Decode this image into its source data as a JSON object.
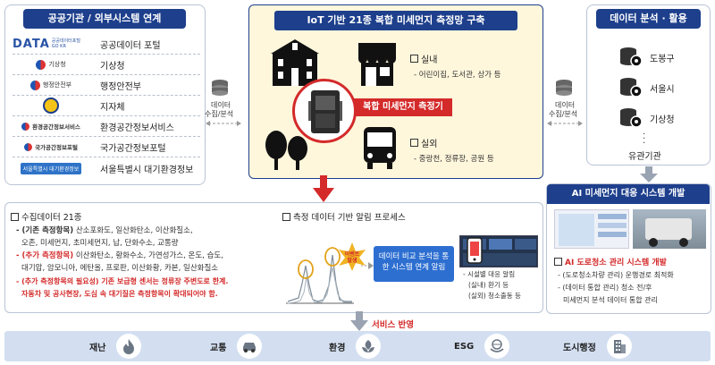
{
  "left_panel": {
    "title": "공공기관 / 외부시스템 연계",
    "rows": [
      {
        "logo": "DATA",
        "logo_sub": "공공데이터포털 GO KR",
        "label": "공공데이터 포털"
      },
      {
        "logo": "기상청",
        "label": "기상청"
      },
      {
        "logo": "행정안전부",
        "label": "행정안전부"
      },
      {
        "logo": "",
        "label": "지자체"
      },
      {
        "logo": "환경공간정보서비스",
        "label": "환경공간정보서비스"
      },
      {
        "logo": "국가공간정보포털",
        "label": "국가공간정보포털"
      },
      {
        "logo": "서울특별시 대기환경정보",
        "label": "서울특별시 대기환경정보"
      }
    ]
  },
  "left_db_label": [
    "데이터",
    "수집/분석"
  ],
  "center_panel": {
    "title": "IoT 기반 21종 복합 미세먼지 측정망 구축",
    "indoor_title": "실내",
    "indoor_items": "- 어린이집, 도서관, 상가 등",
    "outdoor_title": "실외",
    "outdoor_items": "- 중랑천, 정류장, 공원 등",
    "device_label": "복합 미세먼지 측정기"
  },
  "right_db_label": [
    "데이터",
    "수집/분석"
  ],
  "right_panel": {
    "title": "데이터 분석 · 활용",
    "items": [
      "도봉구",
      "서울시",
      "기상청"
    ],
    "footer": "유관기관"
  },
  "ai_panel": {
    "title": "AI 미세먼지 대응 시스템 개발",
    "heading": "AI 도로청소 관리 시스템 개발",
    "line1": "- (도로청소차량 관리) 운행경로 최적화",
    "line2": "- (데이터 통합 관리) 청소 전/후",
    "line3": "미세먼지 분석 데이터 통합 관리"
  },
  "collect_panel": {
    "title": "수집데이터 21종",
    "basic_label": "- (기존 측정항목)",
    "basic_text": " 산소포화도, 일산화탄소, 이산화질소,",
    "basic_line2": "오존, 미세먼지, 초미세먼지, 납, 단화수소, 교통량",
    "add_label": "- (추가 측정항목)",
    "add_text": " 이산화탄소, 황화수소, 가연성가스, 온도, 습도,",
    "add_line2": "대기압, 암모니아, 에탄올, 프로판, 이산화황, 카본, 일산화질소",
    "need_line1": "- (추가 측정항목의 필요성) 기존 보급형 센서는 정류장 주변도로 한계.",
    "need_line2": "자동차 및 공사현장, 도심 속 대기질은 측정항목이 확대되어야 함."
  },
  "alert_panel": {
    "title": "측정 데이터 기반 알림 프로세스",
    "event_badge": "이벤트 발생",
    "blue_box": "데이터 비교 분석을 통한 시스템 연계 알림",
    "phone_items": [
      "- 시설별 대응 알림",
      "(실내) 환기 등",
      "(실외) 청소출동 등"
    ]
  },
  "service": {
    "badge": "서비스 반영",
    "items": [
      {
        "label": "재난",
        "icon": "fire-icon"
      },
      {
        "label": "교통",
        "icon": "car-icon"
      },
      {
        "label": "환경",
        "icon": "leaf-icon"
      },
      {
        "label": "ESG",
        "icon": "globe-hands-icon"
      },
      {
        "label": "도시행정",
        "icon": "building-icon"
      }
    ]
  },
  "colors": {
    "navy": "#1d3f8c",
    "red": "#d42a2a",
    "blue_box": "#2d6fd1",
    "service_bar": "#d3dff1"
  }
}
